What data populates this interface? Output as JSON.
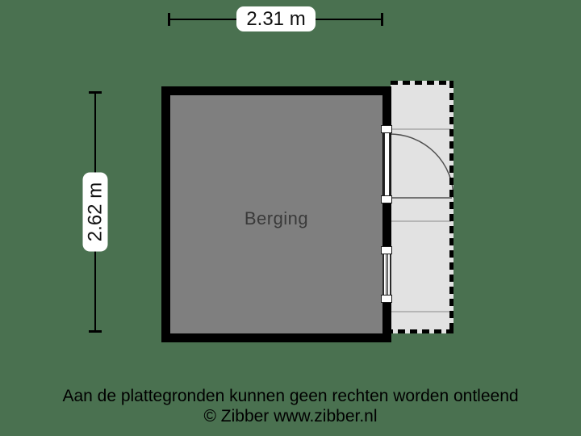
{
  "colors": {
    "background": "#4a7150",
    "wall": "#000000",
    "room_fill": "#7f7f7f",
    "exterior_fill": "#e2e2e2",
    "dimension_pill": "#ffffff",
    "line_thin": "#9b9b9b",
    "door_swing": "#4f4f4f"
  },
  "dimensions": {
    "width": {
      "label": "2.31 m"
    },
    "height": {
      "label": "2.62 m"
    }
  },
  "plan": {
    "room": {
      "label": "Berging"
    }
  },
  "footer": {
    "disclaimer": "Aan de plattegronden kunnen geen rechten worden ontleend",
    "copyright": "© Zibber www.zibber.nl"
  }
}
